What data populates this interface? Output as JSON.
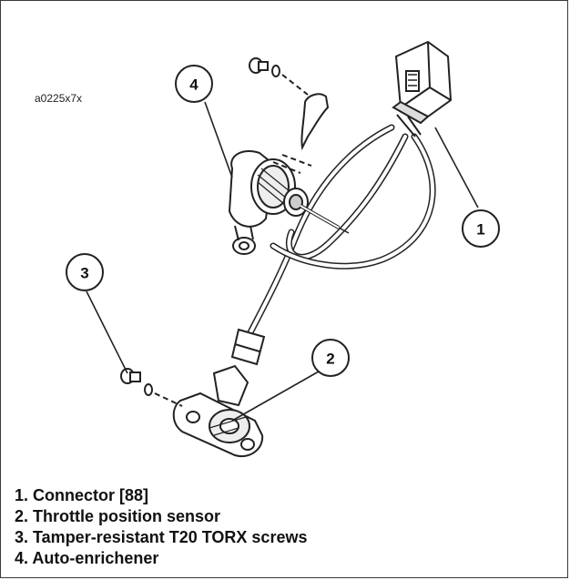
{
  "figure_id": "a0225x7x",
  "callouts": [
    {
      "number": "1",
      "label": "Connector [88]"
    },
    {
      "number": "2",
      "label": "Throttle position sensor"
    },
    {
      "number": "3",
      "label": "Tamper-resistant T20 TORX screws"
    },
    {
      "number": "4",
      "label": "Auto-enrichener"
    }
  ],
  "legend": [
    "1. Connector [88]",
    "2. Throttle position sensor",
    "3. Tamper-resistant T20 TORX screws",
    "4. Auto-enrichener"
  ]
}
